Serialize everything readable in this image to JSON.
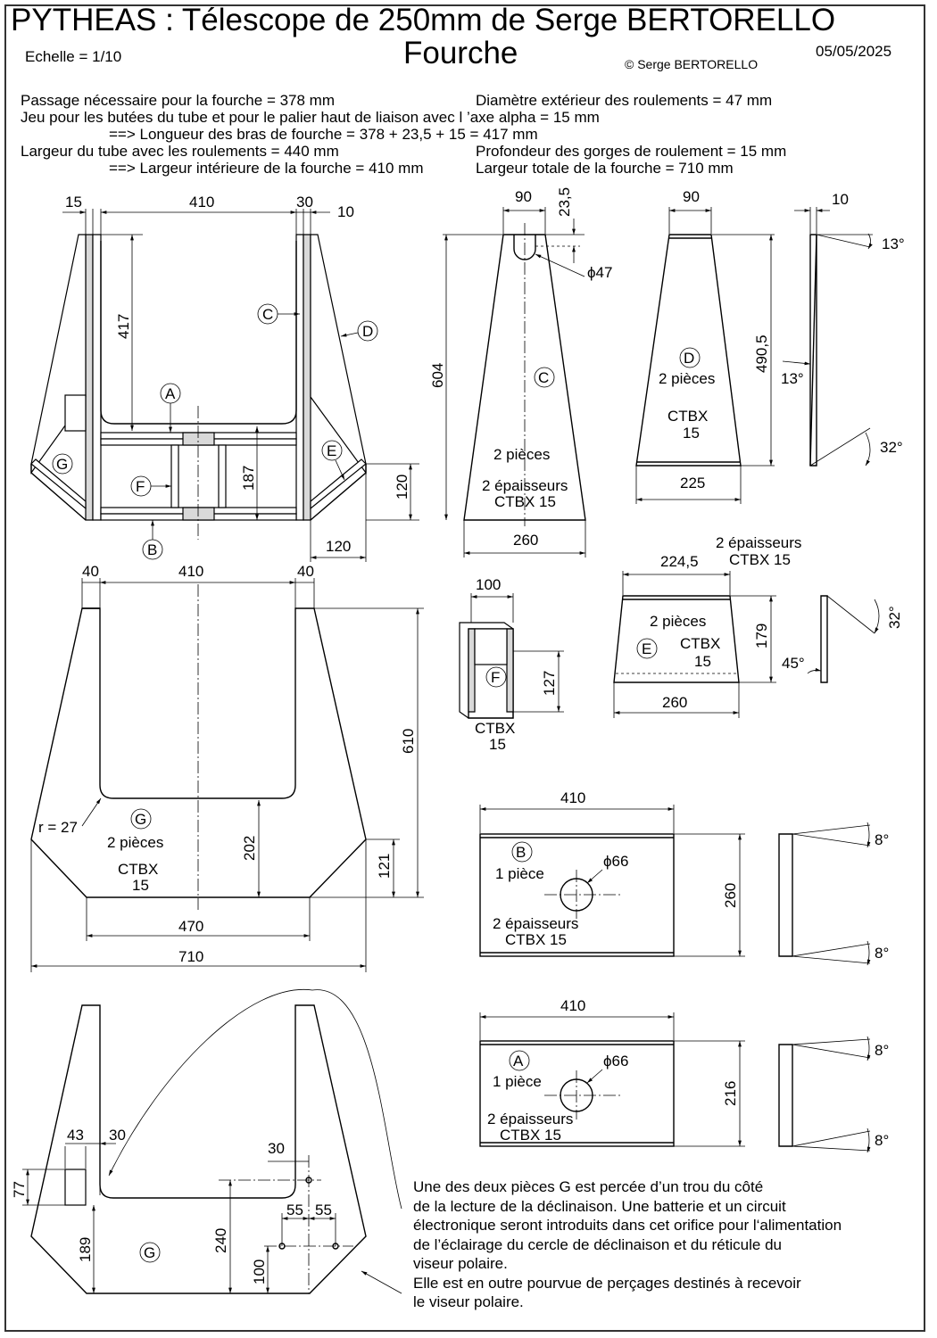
{
  "header": {
    "title": "PYTHEAS : Télescope de 250mm de Serge BERTORELLO",
    "subtitle": "Fourche",
    "scale": "Echelle = 1/10",
    "copyright": "© Serge BERTORELLO",
    "date": "05/05/2025"
  },
  "notes_left": [
    "Passage nécessaire pour la fourche = 378 mm",
    "Jeu pour les butées du tube et pour le palier haut de liaison avec l ’axe alpha = 15 mm",
    "==> Longueur des bras de fourche = 378 + 23,5 + 15 = 417 mm",
    "Largeur du tube avec les roulements = 440 mm",
    "==> Largeur intérieure de la fourche = 410 mm"
  ],
  "notes_right": [
    "Diamètre extérieur des roulements = 47 mm",
    "Profondeur des gorges de roulement = 15 mm",
    "Largeur totale de la fourche = 710 mm"
  ],
  "assembly": {
    "dims": [
      "15",
      "410",
      "30",
      "10",
      "417",
      "187",
      "120",
      "120"
    ],
    "labels": [
      "A",
      "B",
      "C",
      "D",
      "E",
      "F",
      "G"
    ]
  },
  "part_c": {
    "dims": [
      "90",
      "23,5",
      "ϕ47",
      "604",
      "260"
    ],
    "label": "C",
    "text1": "2 pièces",
    "text2": "2 épaisseurs",
    "text3": "CTBX 15"
  },
  "part_d": {
    "dims": [
      "90",
      "10",
      "13°",
      "490,5",
      "13°",
      "32°",
      "225"
    ],
    "label": "D",
    "text1": "2 pièces",
    "text2": "CTBX",
    "text3": "15"
  },
  "part_g": {
    "dims": [
      "40",
      "410",
      "40",
      "610",
      "r = 27",
      "202",
      "121",
      "470",
      "710"
    ],
    "label": "G",
    "text1": "2 pièces",
    "text2": "CTBX",
    "text3": "15"
  },
  "part_f": {
    "dims": [
      "100",
      "127"
    ],
    "label": "F",
    "text1": "CTBX",
    "text2": "15"
  },
  "part_e": {
    "heading1": "2 épaisseurs",
    "heading2": "CTBX 15",
    "dims": [
      "224,5",
      "179",
      "32°",
      "45°",
      "260"
    ],
    "label": "E",
    "text1": "2 pièces",
    "text2": "CTBX",
    "text3": "15"
  },
  "part_b": {
    "dims": [
      "410",
      "ϕ66",
      "260",
      "8°",
      "8°"
    ],
    "label": "B",
    "text1": "1 pièce",
    "text2": "2 épaisseurs",
    "text3": "CTBX 15"
  },
  "part_a": {
    "dims": [
      "410",
      "ϕ66",
      "216",
      "8°",
      "8°"
    ],
    "label": "A",
    "text1": "1 pièce",
    "text2": "2 épaisseurs",
    "text3": "CTBX 15"
  },
  "part_g_detail": {
    "dims": [
      "43",
      "30",
      "30",
      "77",
      "55",
      "55",
      "189",
      "240",
      "100"
    ],
    "label": "G"
  },
  "bottom_note": [
    "Une des deux pièces G est percée d’un trou du côté",
    "de la lecture de la déclinaison. Une batterie et un circuit",
    "électronique seront introduits dans cet orifice pour l‘alimentation",
    "de l’éclairage du cercle de déclinaison et du réticule du",
    "viseur polaire.",
    "Elle est en outre pourvue de perçages destinés à recevoir",
    "le viseur polaire."
  ]
}
